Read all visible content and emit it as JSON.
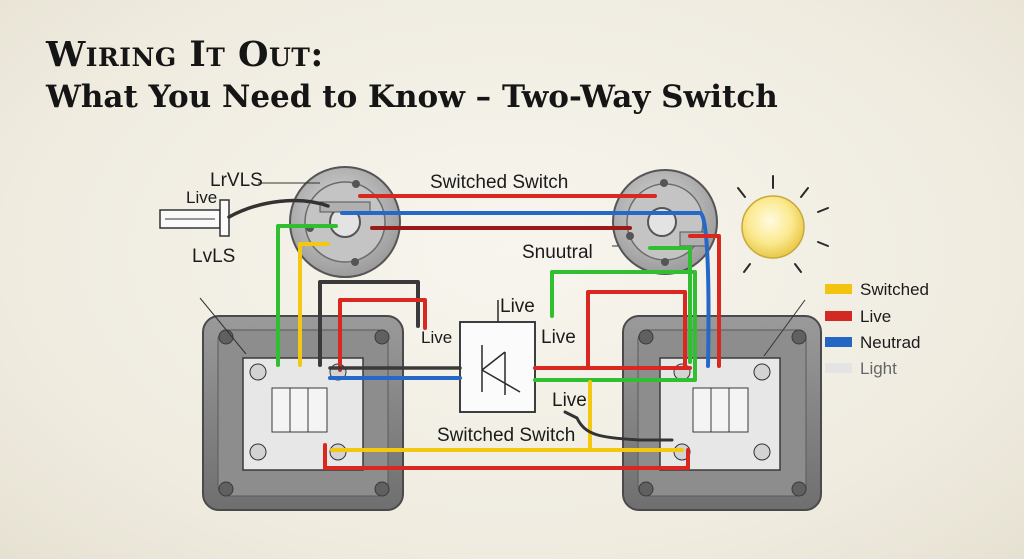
{
  "title": {
    "line1": "Wiring It Out:",
    "line2": "What You Need to Know – Two-Way Switch"
  },
  "labels": {
    "top_left_code": "LrVLS",
    "live_input": "Live",
    "bottom_left_code": "LvLS",
    "top_switched": "Switched Switch",
    "snuutral": "Snuutral",
    "center_live_top": "Live",
    "center_live_left": "Live",
    "center_live_right": "Live",
    "lower_live": "Live",
    "bottom_switched": "Switched Switch"
  },
  "legend": [
    {
      "label": "Switched",
      "color": "#f2c40f"
    },
    {
      "label": "Live",
      "color": "#d22a22"
    },
    {
      "label": "Neutrad",
      "color": "#2366c4"
    },
    {
      "label": "Light",
      "color": "#e4e4e4"
    }
  ],
  "wire_colors": {
    "red": "#d8281f",
    "blue": "#2568c8",
    "green": "#2fbf31",
    "yellow": "#f2c811",
    "black": "#3a3a3a",
    "darkred": "#9a1a1a"
  }
}
